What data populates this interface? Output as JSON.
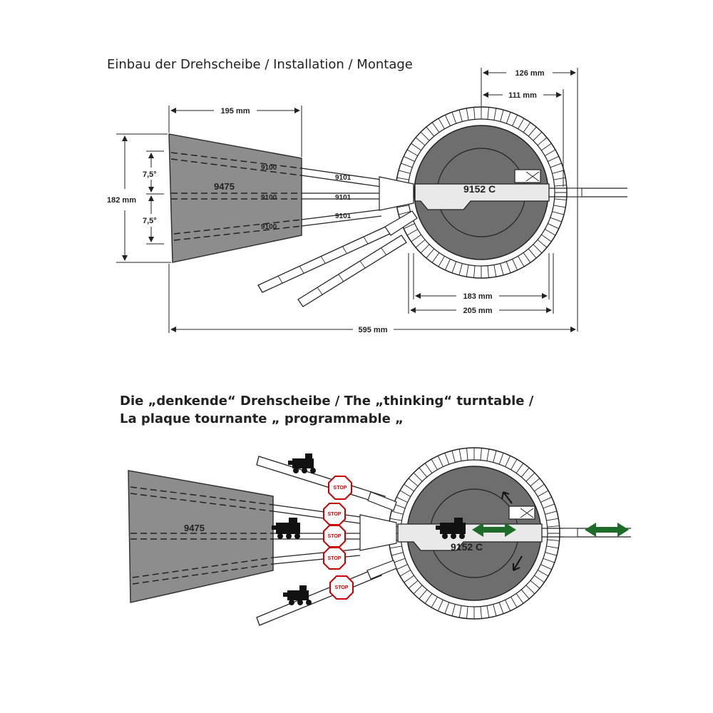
{
  "headings": {
    "installation": "Einbau der Drehscheibe / Installation / Montage",
    "thinking_line1": "Die „denkende“ Drehscheibe / The „thinking“ turntable /",
    "thinking_line2": "La plaque tournante „ programmable „"
  },
  "top": {
    "dims": {
      "d195": "195 mm",
      "d126": "126 mm",
      "d111": "111 mm",
      "d182": "182 mm",
      "ang1": "7,5°",
      "ang2": "7,5°",
      "d183": "183 mm",
      "d205": "205 mm",
      "d595": "595 mm"
    },
    "labels": {
      "shed": "9475",
      "turntable": "9152 C",
      "track_a": "9100",
      "track_b": "9100",
      "track_c": "9100",
      "track_d": "9101",
      "track_e": "9101",
      "track_f": "9101"
    }
  },
  "bottom": {
    "labels": {
      "shed": "9475",
      "turntable": "9152 C"
    },
    "stop_signs": [
      "STOP",
      "STOP",
      "STOP",
      "STOP",
      "STOP"
    ]
  },
  "colors": {
    "shed_fill": "#8d8d8d",
    "pit_fill": "#6e6e6e",
    "stop_red": "#cc0000",
    "arrow_green": "#1e6b2a"
  }
}
